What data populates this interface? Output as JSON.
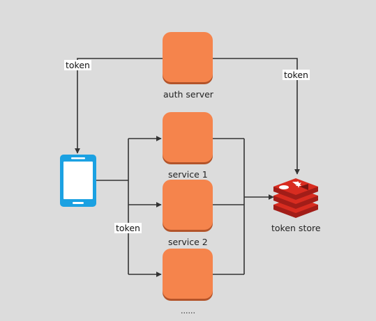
{
  "nodes": {
    "auth_server": "auth server",
    "service_1": "service 1",
    "service_2": "service 2",
    "service_more": "......",
    "token_store": "token store"
  },
  "edge_labels": {
    "auth_to_client": "token",
    "auth_to_store": "token",
    "client_to_services": "token"
  },
  "colors": {
    "background": "#dcdcdc",
    "server": "#f5844c",
    "server_shadow": "#b3542a",
    "phone": "#1ba1e2",
    "redis": "#d82c20",
    "line": "#333333"
  },
  "icons": {
    "client": "mobile-phone-icon",
    "token_store": "redis-database-icon"
  }
}
